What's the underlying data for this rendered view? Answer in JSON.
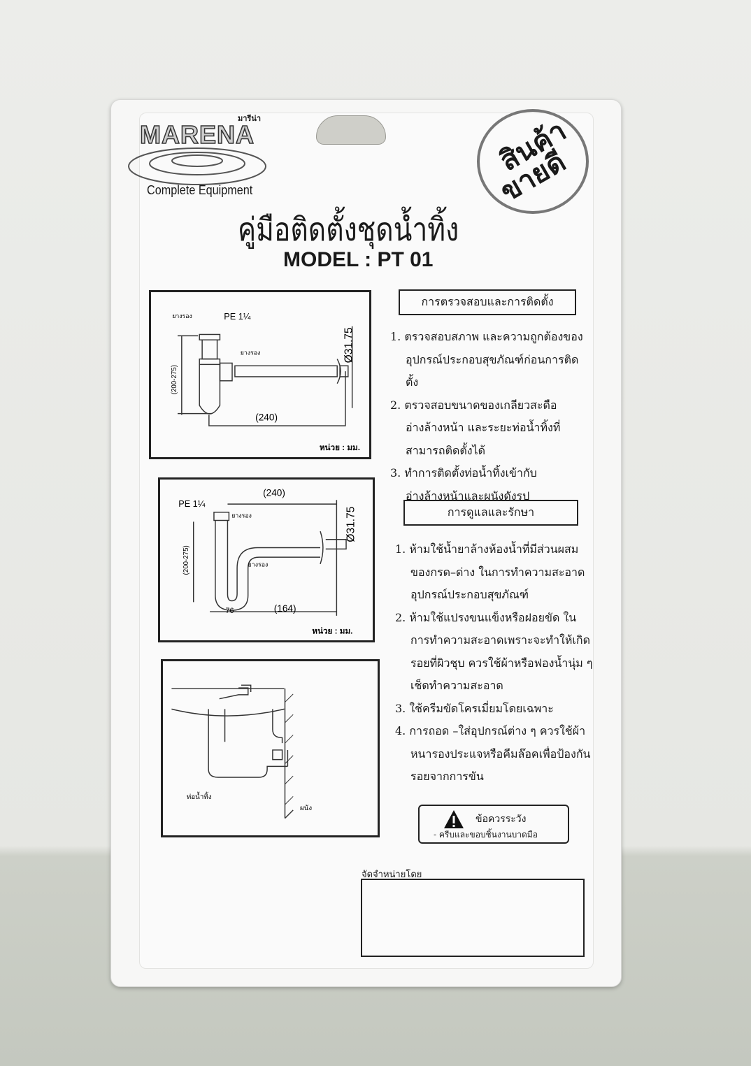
{
  "brand": {
    "name_th": "มารีน่า",
    "name": "MARENA",
    "tagline": "Complete Equipment"
  },
  "badge": {
    "line1": "สินค้า",
    "line2": "ขายดี"
  },
  "title": "คู่มือติดตั้งชุดน้ำทิ้ง",
  "model": "MODEL : PT 01",
  "diagram1": {
    "gasket_top": "ยางรอง",
    "pe": "PE 1¼",
    "gasket_side": "ยางรอง",
    "height": "(200-275)",
    "length": "(240)",
    "diameter": "Ø31.75",
    "unit": "หน่วย : มม."
  },
  "diagram2": {
    "pe": "PE 1¼",
    "gasket_top": "ยางรอง",
    "gasket_bottom": "ยางรอง",
    "length": "(240)",
    "height": "(200-275)",
    "offset": "76",
    "bottom_length": "(164)",
    "diameter": "Ø31.75",
    "unit": "หน่วย : มม."
  },
  "diagram3": {
    "drain_pipe": "ท่อน้ำทิ้ง",
    "wall": "ผนัง"
  },
  "inspection": {
    "heading": "การตรวจสอบและการติดตั้ง",
    "items": [
      "1. ตรวจสอบสภาพ และความถูกต้องของอุปกรณ์ประกอบสุขภัณฑ์ก่อนการติดตั้ง",
      "2. ตรวจสอบขนาดของเกลียวสะดืออ่างล้างหน้า และระยะท่อน้ำทิ้งที่สามารถติดตั้งได้",
      "3. ทำการติดตั้งท่อน้ำทิ้งเข้ากับอ่างล้างหน้าและผนังดังรูป"
    ]
  },
  "care": {
    "heading": "การดูแลและรักษา",
    "items": [
      "1. ห้ามใช้น้ำยาล้างห้องน้ำที่มีส่วนผสมของกรด–ด่าง ในการทำความสะอาดอุปกรณ์ประกอบสุขภัณฑ์",
      "2. ห้ามใช้แปรงขนแข็งหรือฝอยขัด ในการทำความสะอาดเพราะจะทำให้เกิดรอยที่ผิวชุบ ควรใช้ผ้าหรือฟองน้ำนุ่ม ๆ เช็ดทำความสะอาด",
      "3. ใช้ครีมขัดโครเมี่ยมโดยเฉพาะ",
      "4. การถอด –ใส่อุปกรณ์ต่าง ๆ ควรใช้ผ้าหนารองประแจหรือคีมล๊อคเพื่อป้องกันรอยจากการขัน"
    ]
  },
  "warning": {
    "title": "ข้อควรระวัง",
    "text": "- ครีบและขอบชิ้นงานบาดมือ"
  },
  "distributor": {
    "label": "จัดจำหน่ายโดย"
  }
}
